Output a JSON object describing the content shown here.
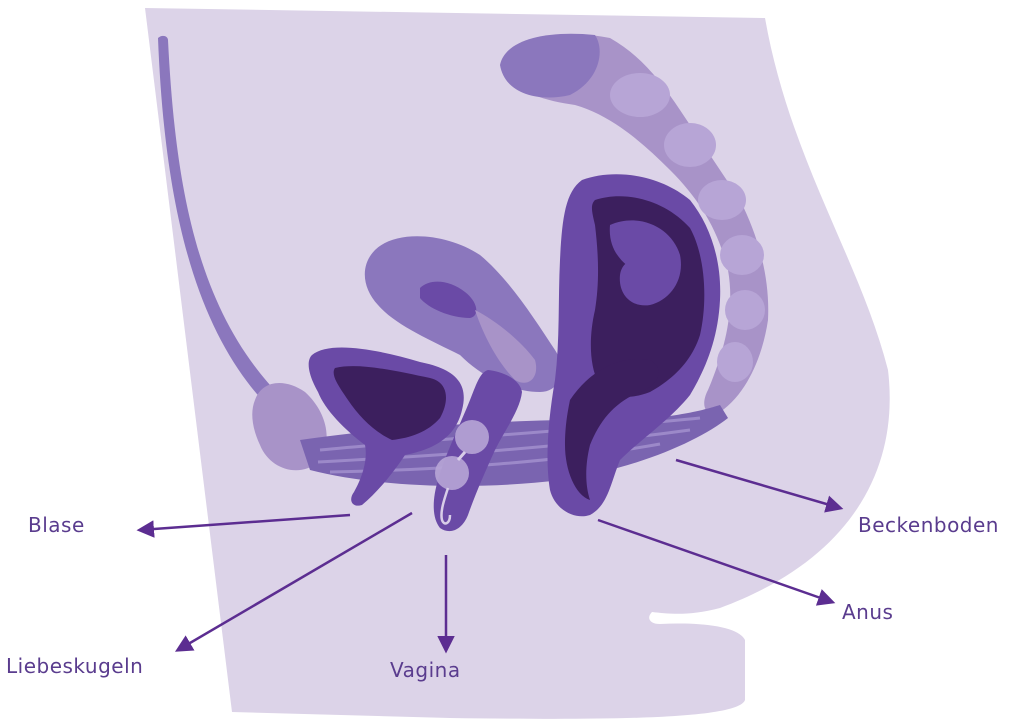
{
  "colors": {
    "background": "#ffffff",
    "body": "#dcd3e8",
    "light": "#c4b4dc",
    "bone": "#a893c8",
    "mid": "#8b77bd",
    "muscle": "#7a64b0",
    "deep": "#6a4aa6",
    "darkest": "#3c1f5e",
    "label": "#5a3c8e",
    "arrow": "#5c2d91"
  },
  "labels": {
    "blase": "Blase",
    "liebeskugeln": "Liebeskugeln",
    "vagina": "Vagina",
    "anus": "Anus",
    "beckenboden": "Beckenboden"
  }
}
